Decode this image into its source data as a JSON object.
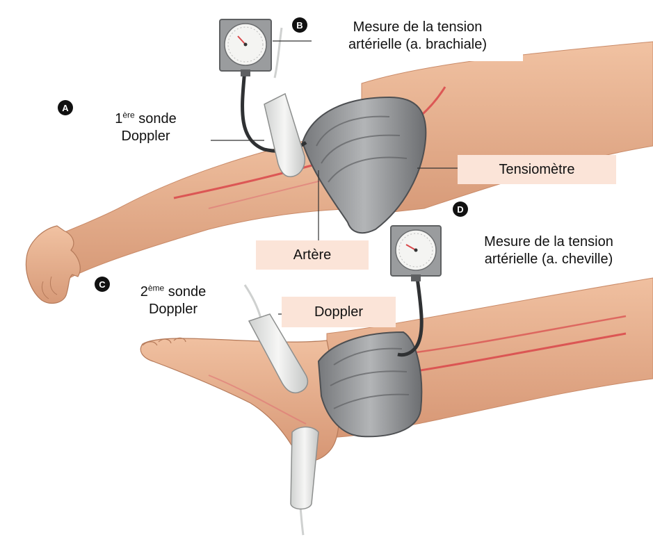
{
  "markers": {
    "a": "A",
    "b": "B",
    "c": "C",
    "d": "D"
  },
  "labels": {
    "b_line1": "Mesure de la tension",
    "b_line2": "artérielle (a. brachiale)",
    "a_num": "1",
    "a_sup": "ère",
    "a_rest": " sonde",
    "a_line2": "Doppler",
    "tensiometre": "Tensiomètre",
    "artere": "Artère",
    "d_line1": "Mesure de la tension",
    "d_line2": "artérielle (a. cheville)",
    "c_num": "2",
    "c_sup": "ème",
    "c_rest": " sonde",
    "c_line2": "Doppler",
    "doppler": "Doppler"
  },
  "colors": {
    "skin": "#e9b18f",
    "skin_shadow": "#cf8f6e",
    "cuff": "#8e9093",
    "cuff_dark": "#5d5f62",
    "artery": "#d9474a",
    "probe": "#e8e9e8",
    "gauge_face": "#f4f4f2",
    "gauge_case": "#9a9c9e",
    "label_peach": "#fbe4d8"
  }
}
